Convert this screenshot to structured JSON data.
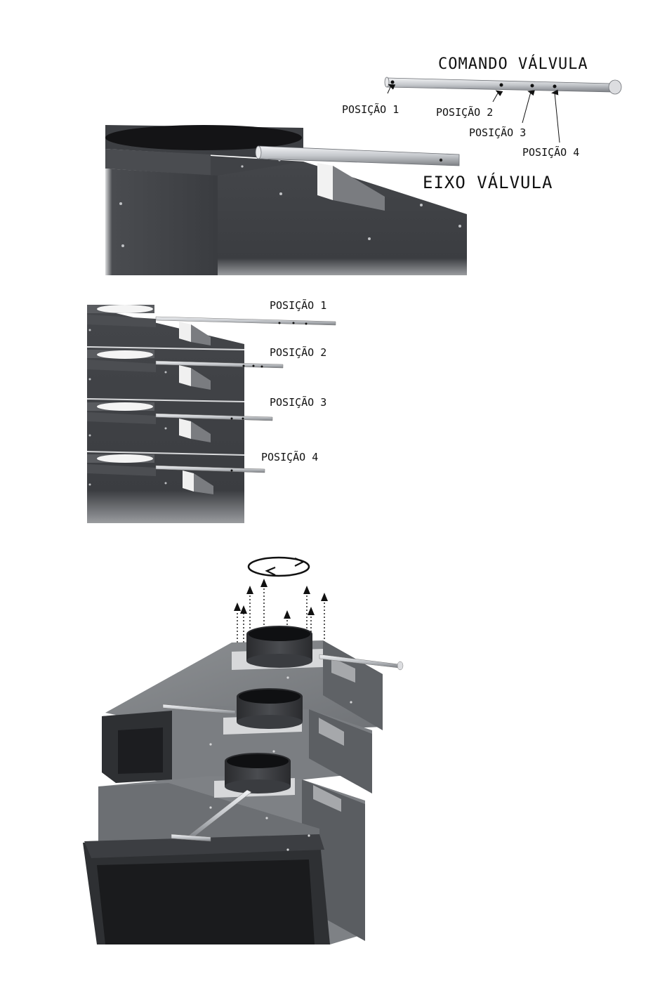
{
  "top_figure": {
    "command_label": "COMANDO VÁLVULA",
    "axis_label": "EIXO VÁLVULA",
    "positions": [
      "POSIÇÃO 1",
      "POSIÇÃO 2",
      "POSIÇÃO 3",
      "POSIÇÃO 4"
    ]
  },
  "middle_figure": {
    "positions": [
      "POSIÇÃO 1",
      "POSIÇÃO 2",
      "POSIÇÃO 3",
      "POSIÇÃO 4"
    ]
  },
  "colors": {
    "body_dark": "#3c3e42",
    "body_mid": "#55585c",
    "body_light": "#8a8d91",
    "rod": "#c9ccd0",
    "arrow": "#111111"
  }
}
